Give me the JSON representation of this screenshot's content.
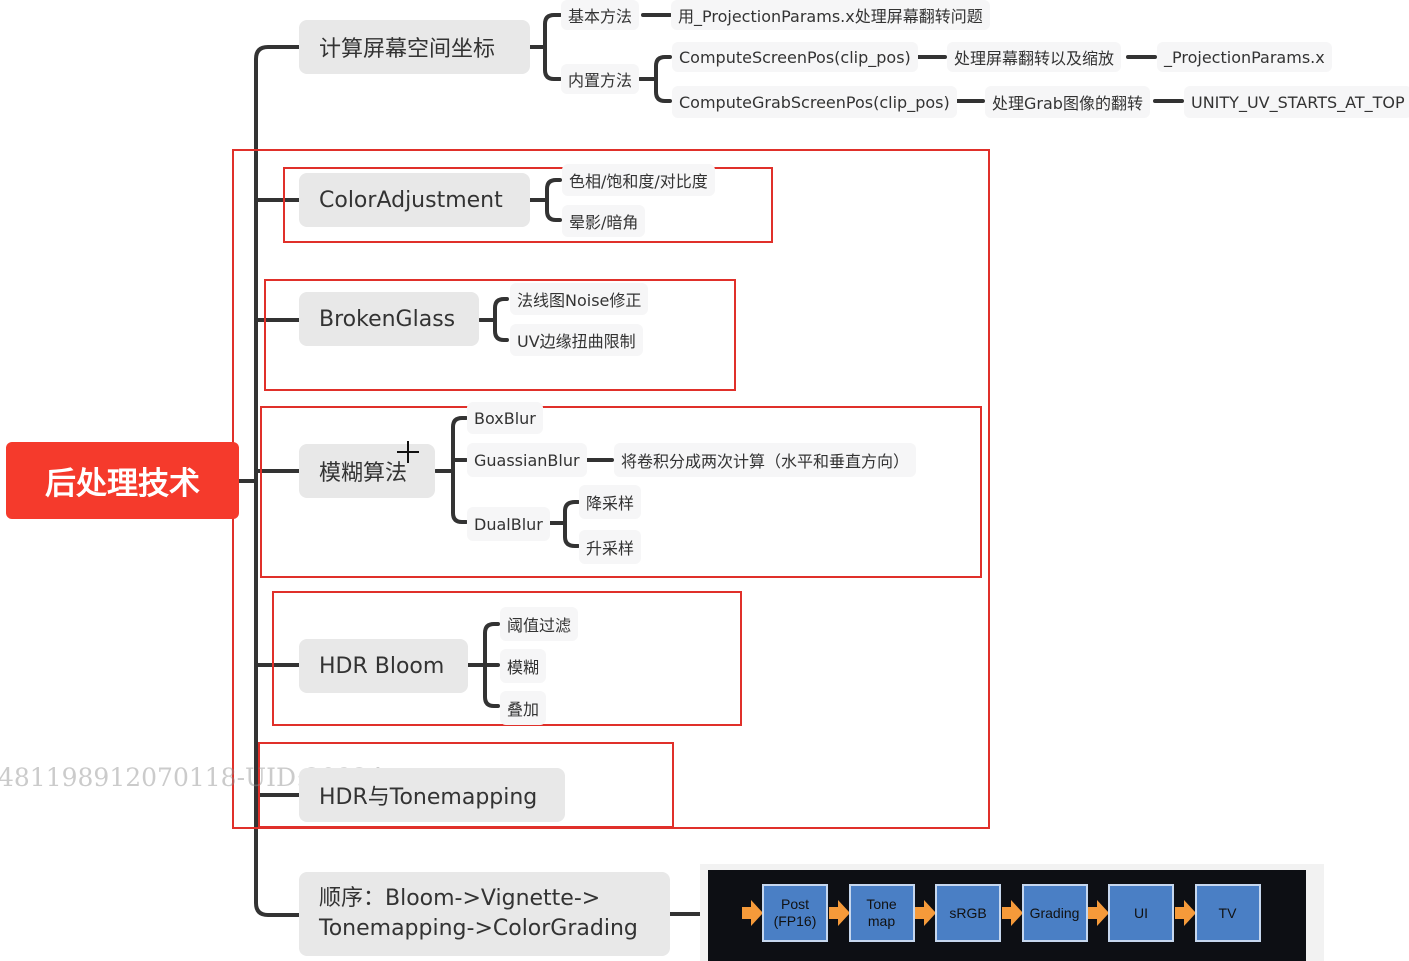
{
  "root": {
    "label": "后处理技术",
    "color": "#f53a2c"
  },
  "watermark": "481198912070118-UID:20924",
  "branches": {
    "screen_coords": {
      "label": "计算屏幕空间坐标",
      "basic": {
        "label": "基本方法",
        "detail": "用_ProjectionParams.x处理屏幕翻转问题"
      },
      "builtin": {
        "label": "内置方法",
        "items": [
          {
            "label": "ComputeScreenPos(clip_pos)",
            "detail": "处理屏幕翻转以及缩放",
            "extra": "_ProjectionParams.x"
          },
          {
            "label": "ComputeGrabScreenPos(clip_pos)",
            "detail": "处理Grab图像的翻转",
            "extra": "UNITY_UV_STARTS_AT_TOP"
          }
        ]
      }
    },
    "color_adjustment": {
      "label": "ColorAdjustment",
      "items": [
        "色相/饱和度/对比度",
        "晕影/暗角"
      ]
    },
    "broken_glass": {
      "label": "BrokenGlass",
      "items": [
        "法线图Noise修正",
        "UV边缘扭曲限制"
      ]
    },
    "blur": {
      "label": "模糊算法",
      "box": "BoxBlur",
      "gaussian": {
        "label": "GuassianBlur",
        "detail": "将卷积分成两次计算（水平和垂直方向）"
      },
      "dual": {
        "label": "DualBlur",
        "items": [
          "降采样",
          "升采样"
        ]
      }
    },
    "hdr_bloom": {
      "label": "HDR Bloom",
      "items": [
        "阈值过滤",
        "模糊",
        "叠加"
      ]
    },
    "hdr_tonemapping": {
      "label": "HDR与Tonemapping"
    },
    "order": {
      "line1": "顺序：Bloom->Vignette->",
      "line2": "Tonemapping->ColorGrading"
    }
  },
  "pipeline": {
    "stages": [
      {
        "line1": "Post",
        "line2": "(FP16)"
      },
      {
        "line1": "Tone",
        "line2": "map"
      },
      {
        "line1": "sRGB",
        "line2": ""
      },
      {
        "line1": "Grading",
        "line2": ""
      },
      {
        "line1": "UI",
        "line2": ""
      },
      {
        "line1": "TV",
        "line2": ""
      }
    ],
    "stage_color": "#4a7fc5",
    "arrow_color": "#f59a3a"
  },
  "highlight_color": "#e0302a"
}
